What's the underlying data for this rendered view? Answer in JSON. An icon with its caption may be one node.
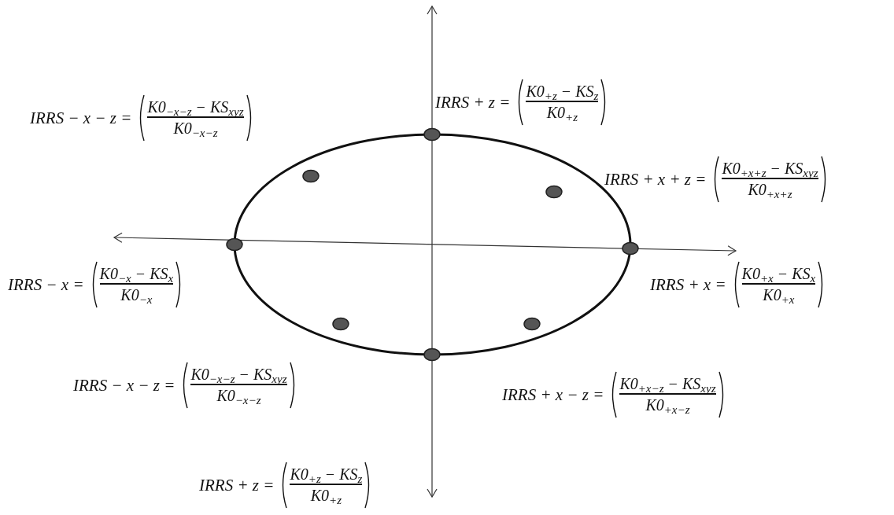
{
  "diagram": {
    "labels": [
      "IRRS + z =",
      "K0$_{+z}$ − KS$_{z}$",
      "K0$_{+z}$",
      "IRRS − x − z =",
      "K0$_{−x−z}$ − KS$_{xyz}$",
      "K0$_{−x−z}$",
      "IRRS + x + z =",
      "K0$_{+x+z}$ − KS$_{xyz}$",
      "K0$_{+x+z}$",
      "IRRS − x =",
      "K0$_{−x}$ − KS$_{x}$",
      "K0$_{−x}$",
      "IRRS + x =",
      "K0$_{+x}$ − KS$_{x}$",
      "K0$_{+x}$",
      "IRRS − x − z =",
      "K0$_{−x−z}$ − KS$_{xyz}$",
      "K0$_{−x−z}$",
      "IRRS + x − z =",
      "K0$_{+x−z}$ − KS$_{xyz}$",
      "K0$_{+x−z}$",
      "IRRS + z =",
      "K0$_{+z}$ − KS$_{z}$",
      "K0$_{+z}$"
    ]
  }
}
